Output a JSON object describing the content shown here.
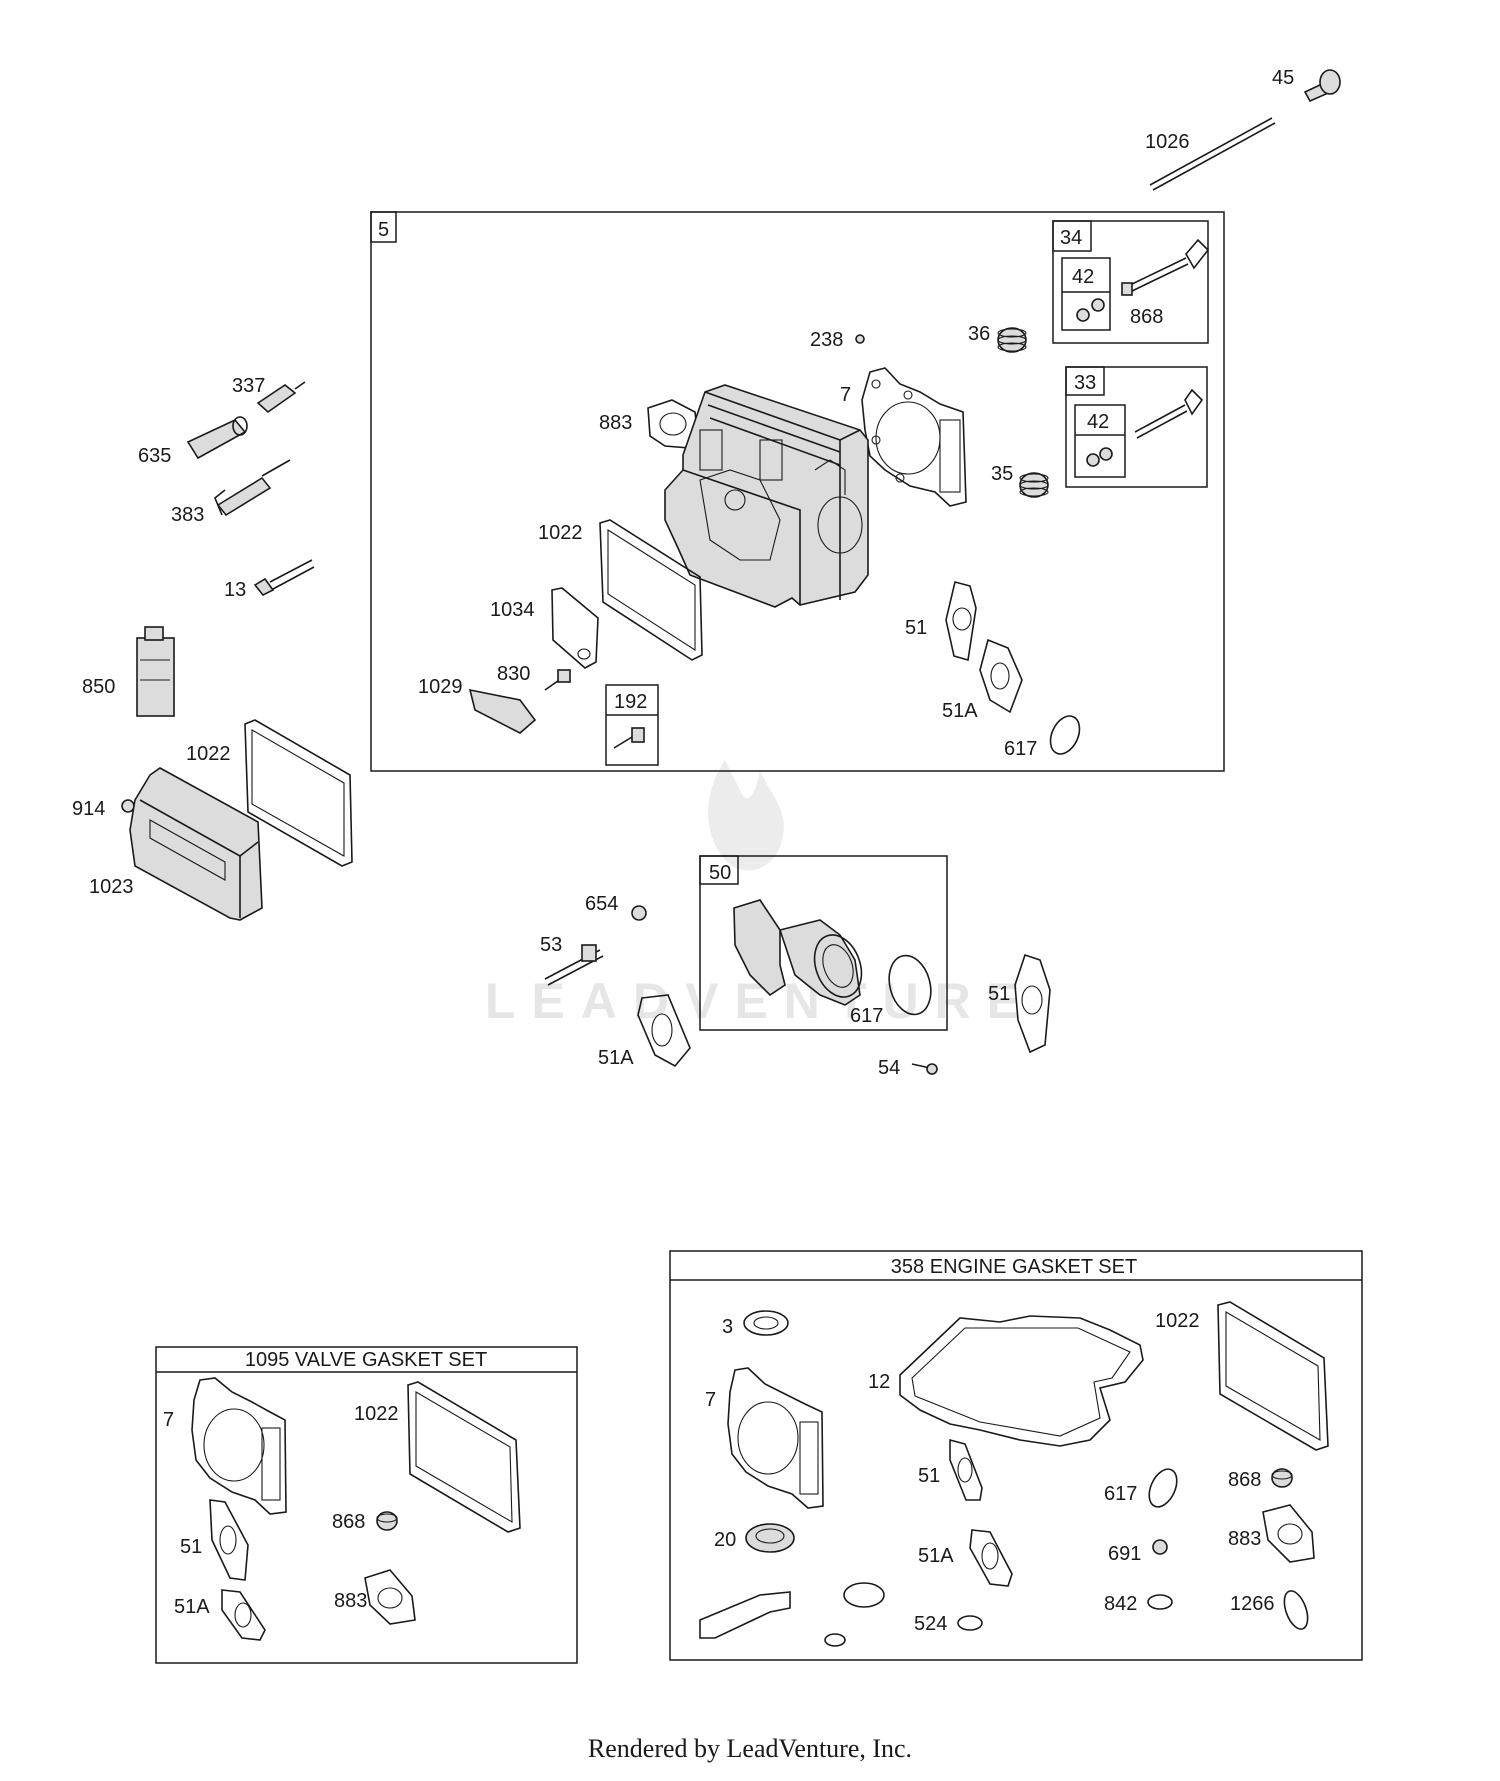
{
  "watermark": {
    "text": "LEADVENTURE"
  },
  "footer": {
    "text": "Rendered by LeadVenture, Inc."
  },
  "labels": {
    "p45": "45",
    "p1026": "1026",
    "p337": "337",
    "p635": "635",
    "p383": "383",
    "p13": "13",
    "p850": "850",
    "p1022_top": "1022",
    "p914": "914",
    "p1023": "1023",
    "p238": "238",
    "p36": "36",
    "p868_box": "868",
    "p883": "883",
    "p7": "7",
    "p35": "35",
    "p1022_inner": "1022",
    "p1034": "1034",
    "p830": "830",
    "p1029": "1029",
    "p51": "51",
    "p51A": "51A",
    "p617": "617",
    "p654": "654",
    "p53": "53",
    "p51A_b": "51A",
    "p617_b": "617",
    "p51_b": "51",
    "p54": "54"
  },
  "boxes": {
    "b5": "5",
    "b34": "34",
    "b42a": "42",
    "b33": "33",
    "b42b": "42",
    "b192": "192",
    "b50": "50"
  },
  "valve_kit": {
    "title": "1095 VALVE GASKET SET",
    "labels": {
      "k7": "7",
      "k1022": "1022",
      "k868": "868",
      "k51": "51",
      "k51A": "51A",
      "k883": "883"
    }
  },
  "engine_kit": {
    "title": "358  ENGINE GASKET SET",
    "labels": {
      "e3": "3",
      "e7": "7",
      "e12": "12",
      "e1022": "1022",
      "e51": "51",
      "e617": "617",
      "e868": "868",
      "e20": "20",
      "e51A": "51A",
      "e691": "691",
      "e883": "883",
      "e842": "842",
      "e1266": "1266",
      "e524": "524"
    }
  }
}
